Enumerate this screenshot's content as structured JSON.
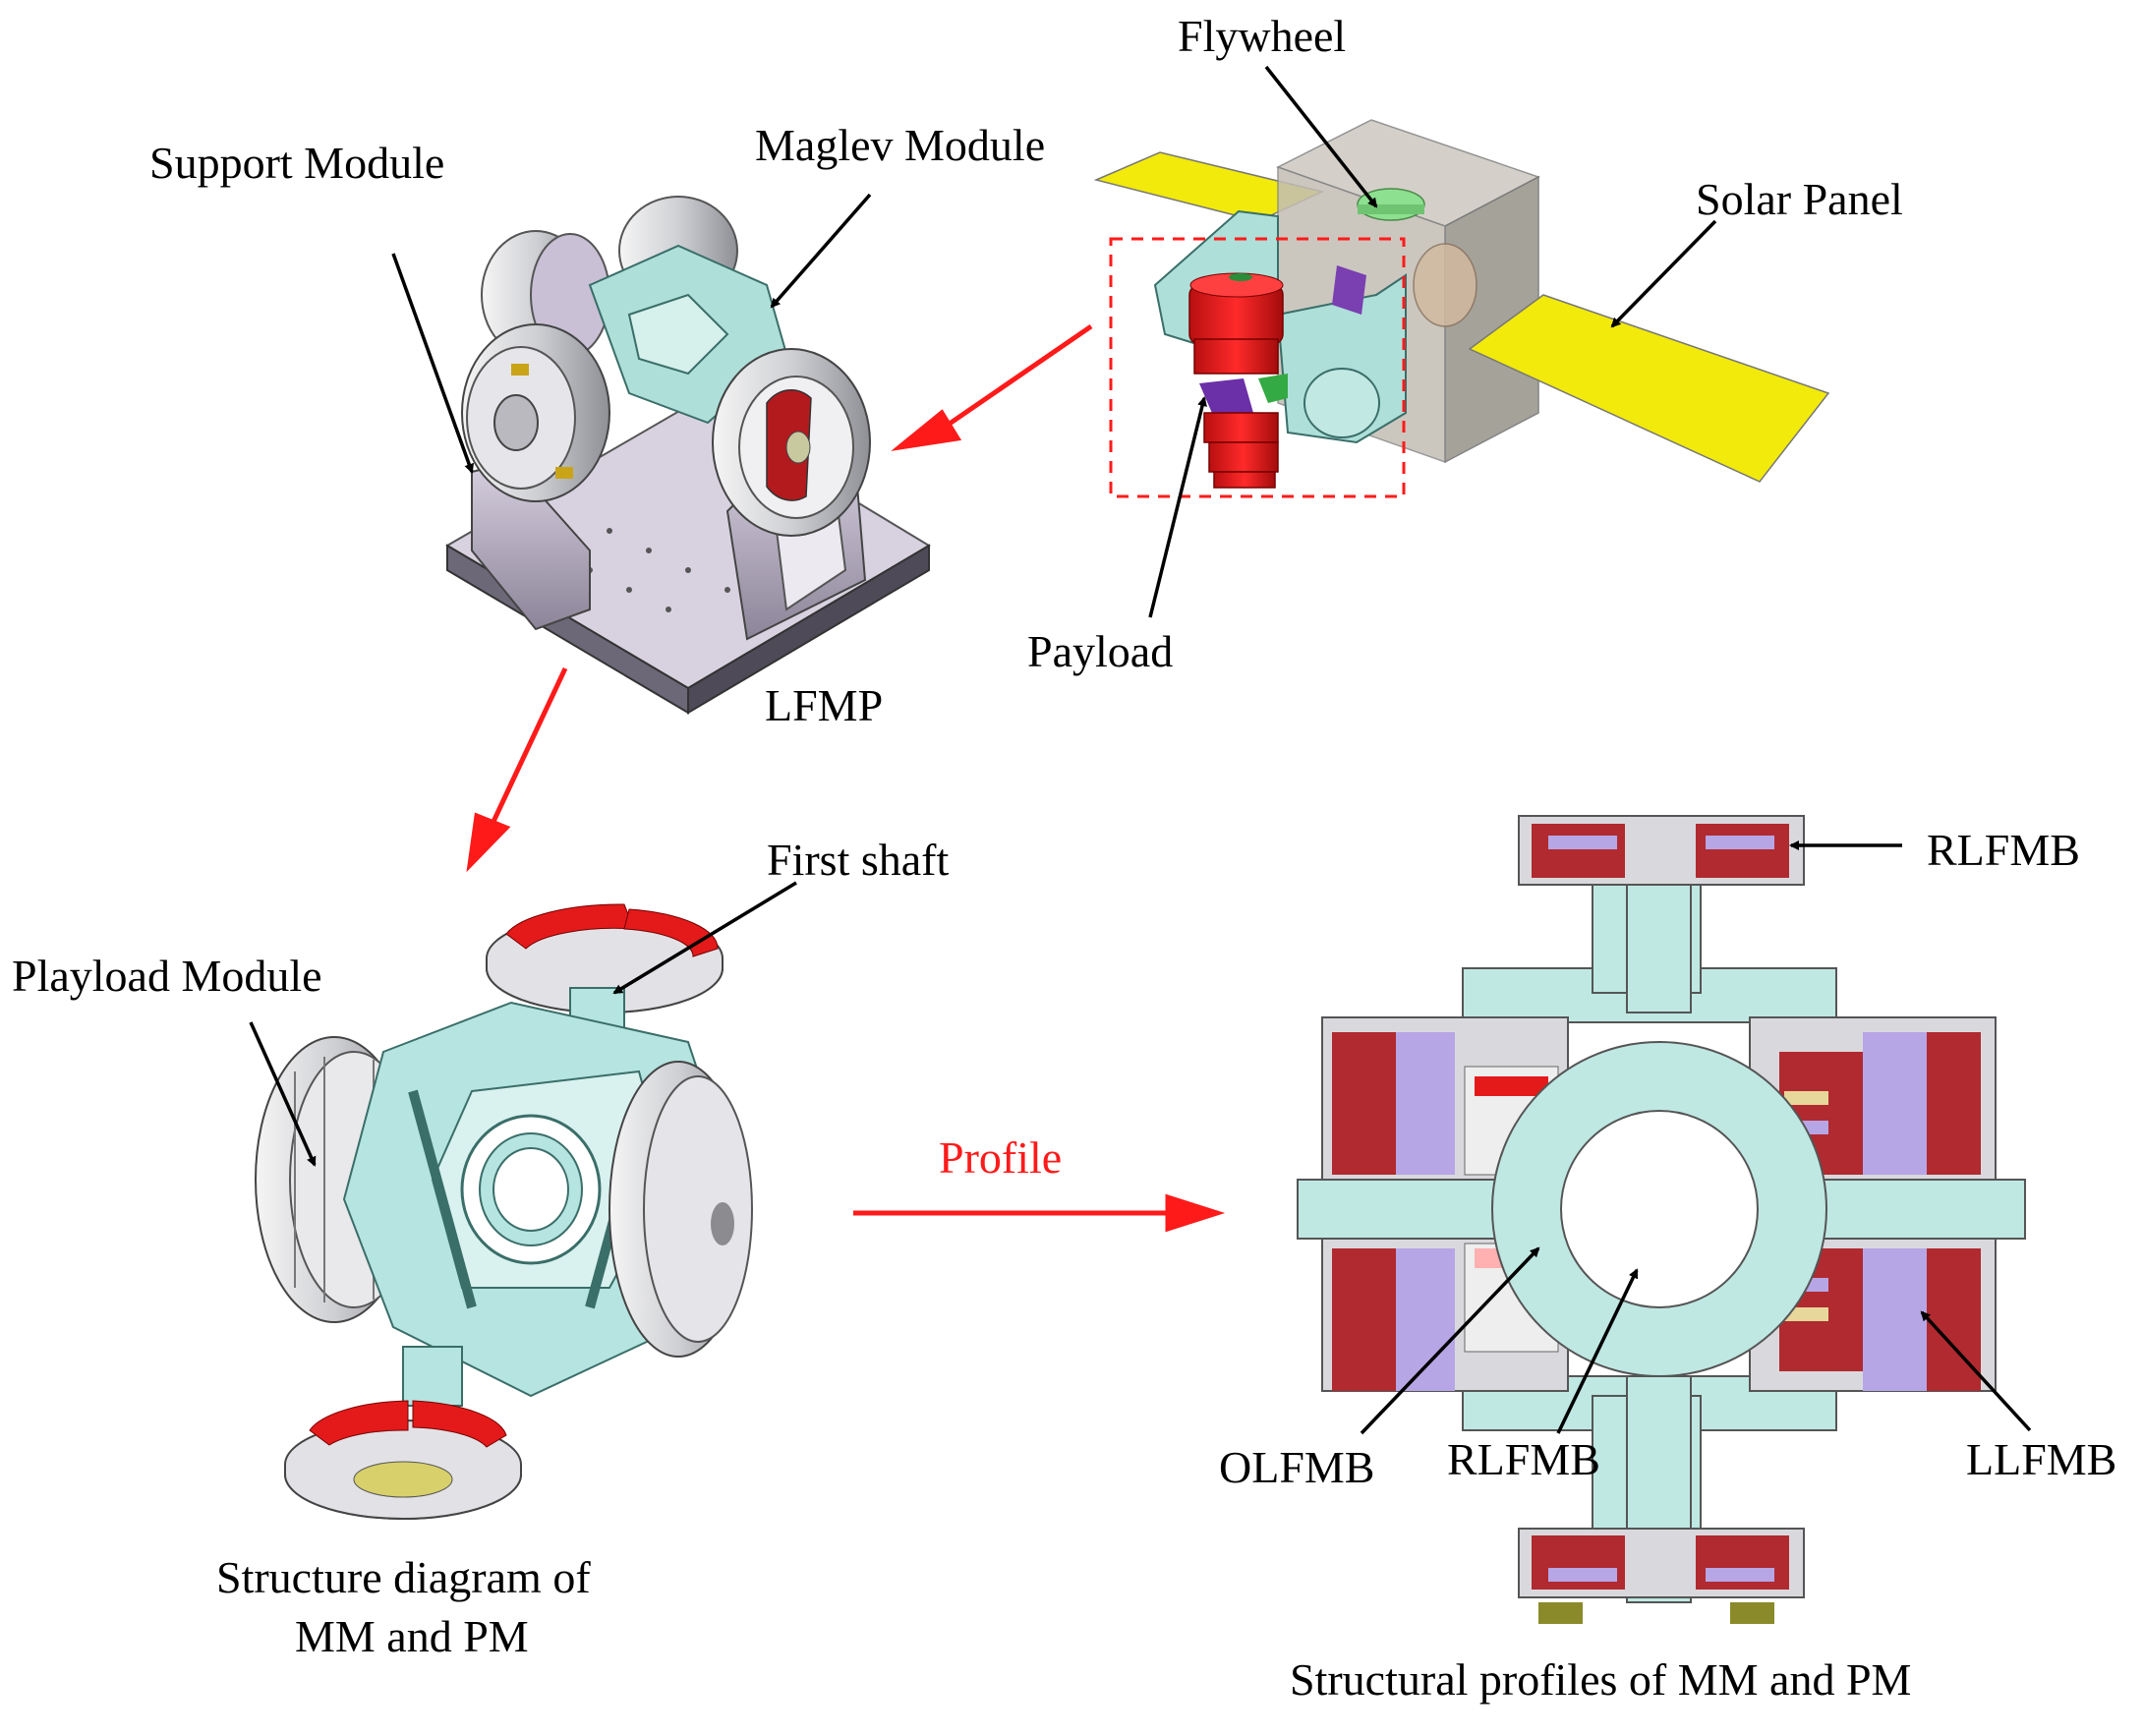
{
  "labels": {
    "flywheel": "Flywheel",
    "support_module": "Support Module",
    "maglev_module": "Maglev Module",
    "solar_panel": "Solar Panel",
    "payload": "Payload",
    "lfmp": "LFMP",
    "first_shaft": "First shaft",
    "playload_module": "Playload Module",
    "profile": "Profile",
    "rlfmb_top": "RLFMB",
    "olfmb": "OLFMB",
    "rlfmb_bottom": "RLFMB",
    "llfmb": "LLFMB",
    "caption_left_line1": "Structure diagram of",
    "caption_left_line2": "MM and PM",
    "caption_right": "Structural profiles of MM and PM"
  },
  "colors": {
    "arrow_red": "#ff1a1a",
    "solar_yellow": "#f2ea0a",
    "payload_red": "#e41a1a",
    "frame_cyan": "#b6e4e0",
    "metal_gray": "#d9d9dd",
    "coil_purple": "#b7a6e6",
    "coil_darkred": "#b02a30",
    "base_lavender": "#bdb3c9"
  }
}
